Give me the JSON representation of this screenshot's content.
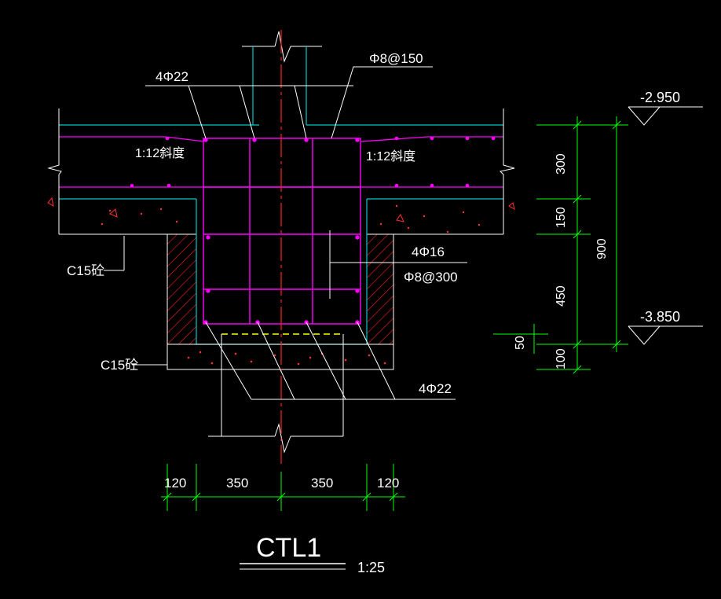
{
  "drawing": {
    "title": "CTL1",
    "scale": "1:25",
    "background": "#000000",
    "colors": {
      "outline": "#ffffff",
      "rebar": "#ff00ff",
      "cyan": "#00c8c8",
      "center_line": "#ff2020",
      "dimension": "#00ff00",
      "hatch": "#ff2020",
      "dashed": "#ffff00"
    }
  },
  "labels": {
    "top_rebar_left": "4Φ22",
    "stirrup_top": "Φ8@150",
    "slope_left": "1:12斜度",
    "slope_right": "1:12斜度",
    "side_rebar": "4Φ16",
    "side_stirrup": "Φ8@300",
    "bottom_rebar": "4Φ22",
    "concrete_upper": "C15砼",
    "concrete_lower": "C15砼"
  },
  "elevations": {
    "top": "-2.950",
    "bottom": "-3.850"
  },
  "dimensions": {
    "vertical": [
      "300",
      "150",
      "450",
      "100",
      "50"
    ],
    "total_vertical": "900",
    "horizontal": [
      "120",
      "350",
      "350",
      "120"
    ]
  }
}
